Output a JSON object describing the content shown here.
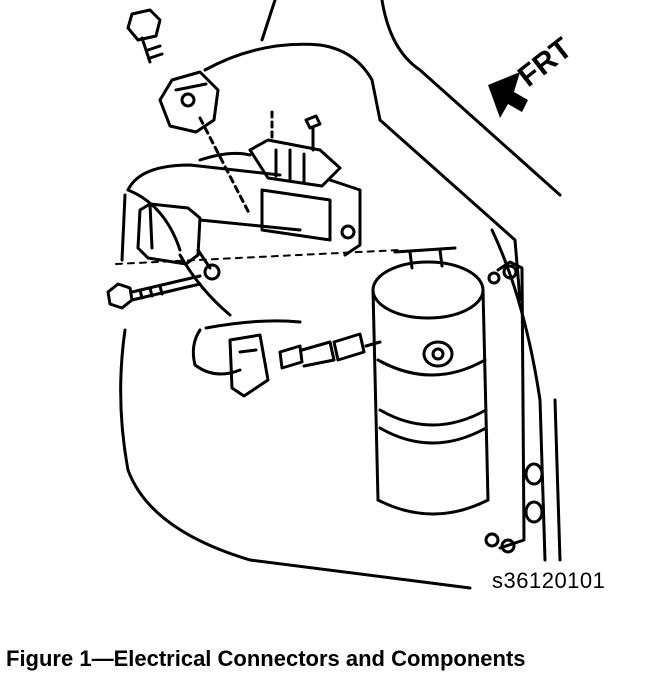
{
  "direction_label": "FRT",
  "figure_id": "s36120101",
  "caption": "Figure 1—Electrical Connectors and Components",
  "icons": {
    "arrow": "front-direction-arrow"
  },
  "colors": {
    "line": "#000000",
    "background": "#ffffff"
  }
}
